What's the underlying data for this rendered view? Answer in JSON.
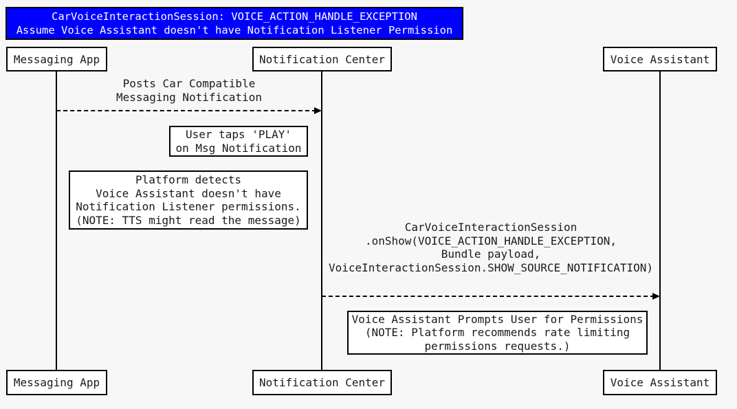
{
  "canvas": {
    "bg_color": "#f7f7f7",
    "line_color": "#000000",
    "box_bg_color": "#ffffff",
    "text_color": "#1a1a1a"
  },
  "title": {
    "bg_color": "#0000ff",
    "text_color": "#ffffff",
    "lines": [
      "CarVoiceInteractionSession: VOICE_ACTION_HANDLE_EXCEPTION",
      "Assume Voice Assistant doesn't have Notification Listener Permission"
    ]
  },
  "actors": [
    {
      "name": "Messaging App"
    },
    {
      "name": "Notification Center"
    },
    {
      "name": "Voice Assistant"
    }
  ],
  "messages": [
    {
      "from": "Messaging App",
      "to": "Notification Center",
      "line_style": "dashed",
      "lines": [
        "Posts Car Compatible",
        "Messaging Notification"
      ]
    },
    {
      "from": "Notification Center",
      "to": "Voice Assistant",
      "line_style": "dashed",
      "lines": [
        "CarVoiceInteractionSession",
        ".onShow(VOICE_ACTION_HANDLE_EXCEPTION,",
        "Bundle payload,",
        "VoiceInteractionSession.SHOW_SOURCE_NOTIFICATION)"
      ]
    }
  ],
  "notes": [
    {
      "lines": [
        "User taps 'PLAY'",
        "on Msg Notification"
      ]
    },
    {
      "lines": [
        "Platform detects",
        "Voice Assistant doesn't have",
        "Notification Listener permissions.",
        "(NOTE: TTS might read the message)"
      ]
    },
    {
      "lines": [
        "Voice Assistant Prompts User for Permissions",
        "(NOTE: Platform recommends rate limiting",
        "permissions requests.)"
      ]
    }
  ]
}
